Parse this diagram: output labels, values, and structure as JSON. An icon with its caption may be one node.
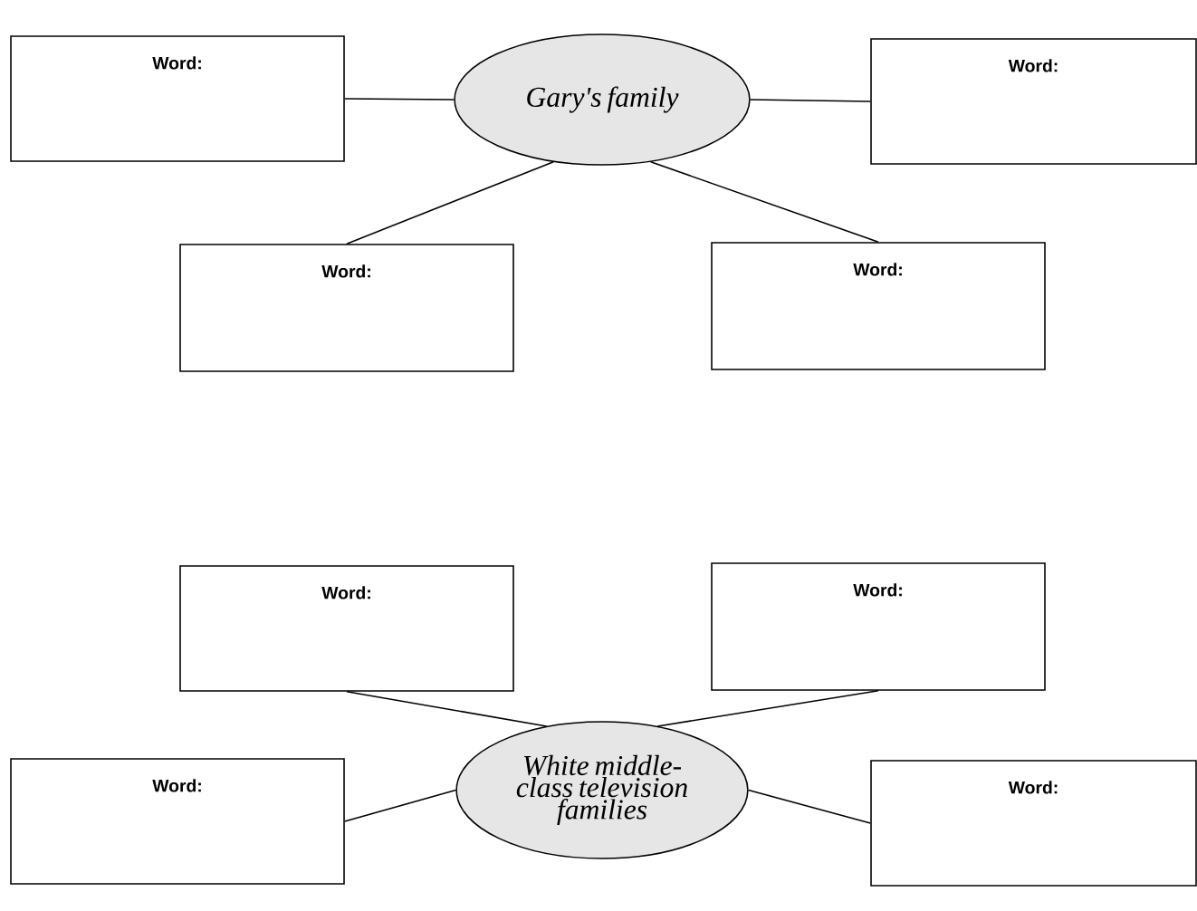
{
  "diagram": {
    "nodes": [
      {
        "text": [
          "Word:"
        ]
      },
      {
        "text": [
          "Gary's family"
        ]
      },
      {
        "text": [
          "Word:"
        ]
      },
      {
        "text": [
          "Word:"
        ]
      },
      {
        "text": [
          "Word:"
        ]
      },
      {
        "text": [
          "Word:"
        ]
      },
      {
        "text": [
          "Word:"
        ]
      },
      {
        "text": [
          "Word:"
        ]
      },
      {
        "text": [
          "White middle-class television families"
        ]
      },
      {
        "text": [
          "Word:"
        ]
      }
    ],
    "edges": [
      {
        "from": 0,
        "to": 1,
        "arrow": "none"
      },
      {
        "from": 1,
        "to": 2,
        "arrow": "none"
      },
      {
        "from": 1,
        "to": 3,
        "arrow": "none"
      },
      {
        "from": 1,
        "to": 4,
        "arrow": "none"
      },
      {
        "from": 8,
        "to": 5,
        "arrow": "none"
      },
      {
        "from": 8,
        "to": 6,
        "arrow": "none"
      },
      {
        "from": 8,
        "to": 7,
        "arrow": "none"
      },
      {
        "from": 8,
        "to": 9,
        "arrow": "none"
      }
    ]
  }
}
